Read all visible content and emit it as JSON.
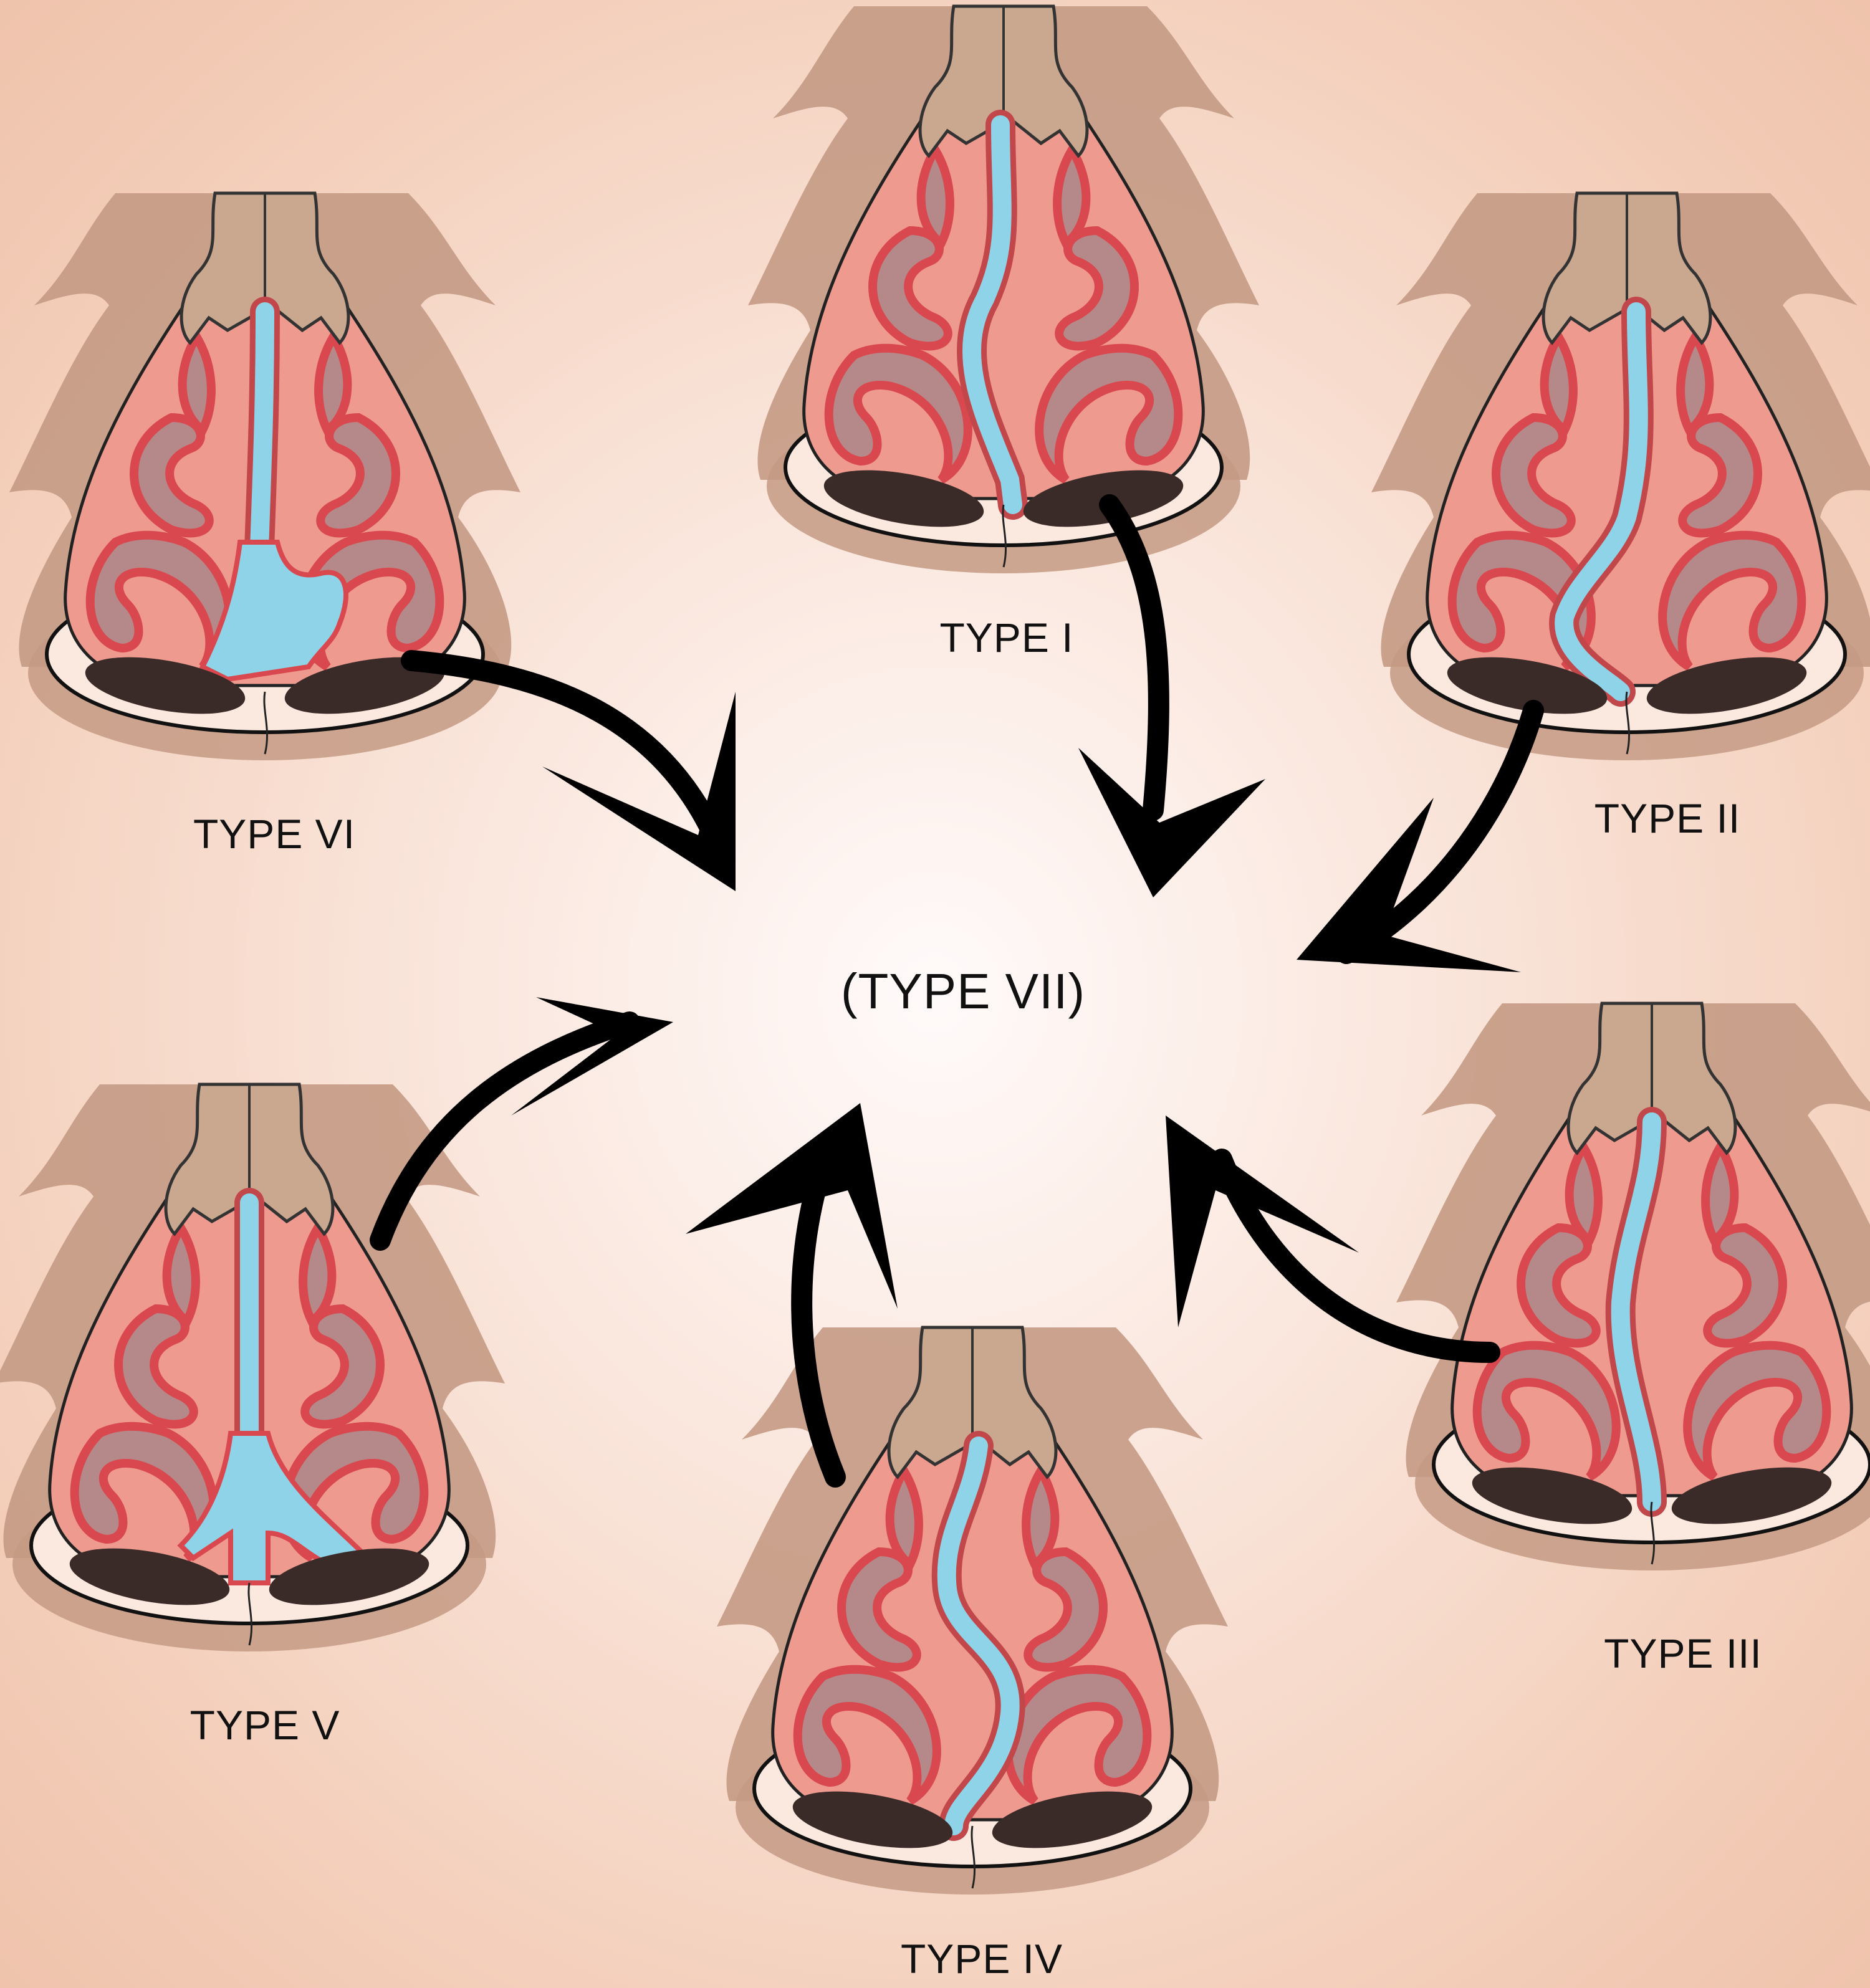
{
  "title": "Nasal septal deviation types",
  "center": {
    "label": "(TYPE VII)"
  },
  "types": [
    {
      "id": "type-1",
      "label": "TYPE I",
      "shape": "mild-s-curve"
    },
    {
      "id": "type-2",
      "label": "TYPE II",
      "shape": "anterior-deviation"
    },
    {
      "id": "type-3",
      "label": "TYPE III",
      "shape": "mid-s-curve"
    },
    {
      "id": "type-4",
      "label": "TYPE IV",
      "shape": "double-s-curve"
    },
    {
      "id": "type-5",
      "label": "TYPE V",
      "shape": "basal-spur-flat"
    },
    {
      "id": "type-6",
      "label": "TYPE VI",
      "shape": "basal-spur-hooked"
    }
  ],
  "colors": {
    "skin": "#c49a84",
    "bone": "#c9a88f",
    "mucosa": "#ee9a8f",
    "turbinate_outline": "#d9484e",
    "turbinate_fill": "#b58889",
    "septum": "#8fd3e8",
    "nostril": "#3a2a28",
    "arrow": "#000000"
  }
}
